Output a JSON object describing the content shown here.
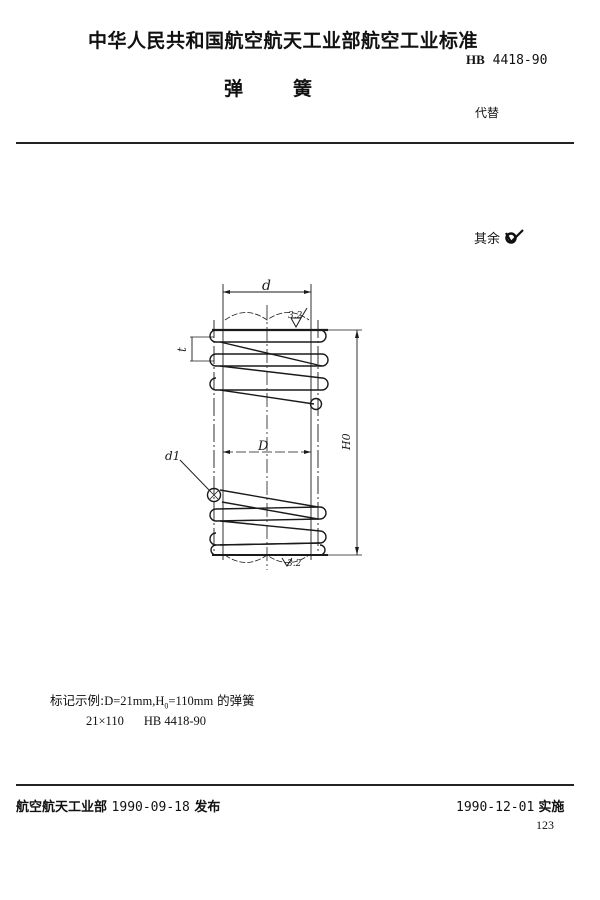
{
  "header": {
    "organization_title": "中华人民共和国航空航天工业部航空工业标准",
    "standard_code_prefix": "HB",
    "standard_code_number": "4418-90",
    "document_title_chars": [
      "弹",
      "簧"
    ],
    "replaces_label": "代替"
  },
  "roughness_note": {
    "label": "其余",
    "symbol": "roughness-symbol"
  },
  "drawing": {
    "labels": {
      "outer_diameter": "d",
      "pitch": "t",
      "mean_diameter": "D",
      "wire_diameter": "d1",
      "free_height": "H0",
      "surface_roughness_top": "3.2",
      "surface_roughness_bottom": "3.2"
    },
    "line_color": "#1a1a1a"
  },
  "marking_example": {
    "label": "标记示例:",
    "spec": "D=21mm,H",
    "spec_sub": "0",
    "spec_tail": "=110mm",
    "suffix": " 的弹簧",
    "designation_size": "21×110",
    "designation_code": "HB 4418-90"
  },
  "footer": {
    "issuer": "航空航天工业部",
    "issue_date": "1990-09-18",
    "issue_label": "发布",
    "effective_date": "1990-12-01",
    "effective_label": "实施",
    "page_number": "123"
  }
}
